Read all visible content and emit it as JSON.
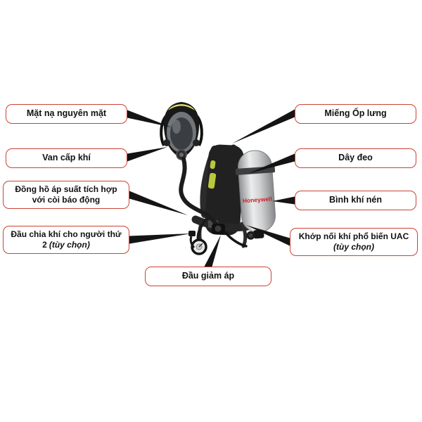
{
  "diagram": {
    "title": "SCBA parts diagram",
    "callouts": {
      "mask": {
        "text": "Mặt nạ nguyên mặt"
      },
      "supply_valve": {
        "text": "Van cấp khí"
      },
      "gauge": {
        "text": "Đồng hồ áp suất tích hợp với còi báo động"
      },
      "splitter": {
        "text": "Đầu chia khí cho người thứ 2",
        "italic": "(tùy chọn)"
      },
      "backplate": {
        "text": "Miếng Ốp lưng"
      },
      "strap": {
        "text": "Dây đeo"
      },
      "cylinder": {
        "text": "Bình khí nén"
      },
      "uac": {
        "text": "Khớp nối khí phổ biến UAC",
        "italic": "(tùy chọn)"
      },
      "reducer": {
        "text": "Đầu giảm áp"
      }
    },
    "equipment": {
      "brand": "Honeywell"
    },
    "colors": {
      "callout_border": "#cb4335",
      "arrow": "#141414",
      "accent_lime": "#b9c93a",
      "brand_red": "#cf1f25"
    }
  }
}
